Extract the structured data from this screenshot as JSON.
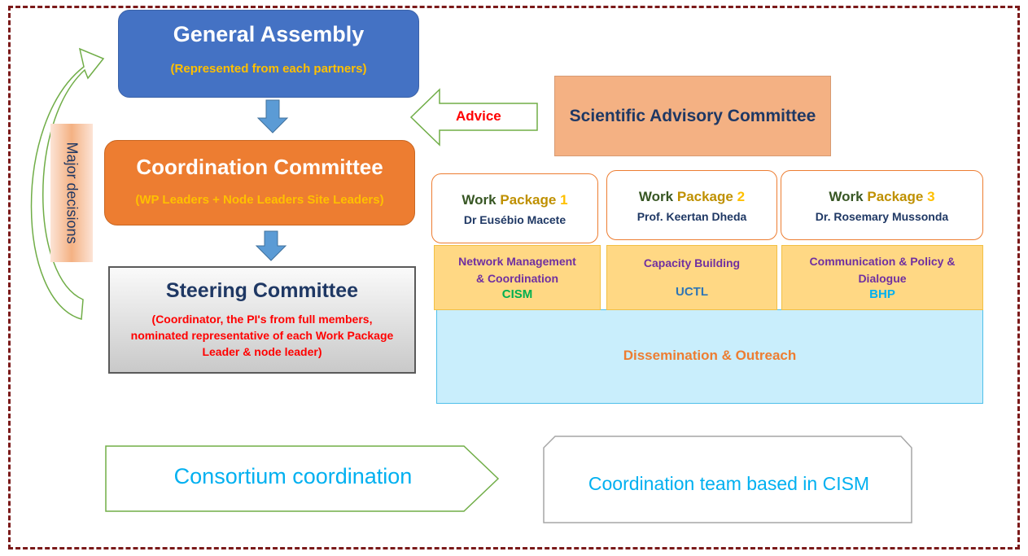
{
  "general_assembly": {
    "title": "General Assembly",
    "subtitle": "(Represented from each partners)"
  },
  "coordination_committee": {
    "title": "Coordination Committee",
    "subtitle": "(WP Leaders + Node Leaders Site Leaders)"
  },
  "steering_committee": {
    "title": "Steering Committee",
    "subtitle": "(Coordinator, the PI's from full members, nominated representative of each Work Package Leader & node leader)"
  },
  "major_decisions": "Major decisions",
  "advice": "Advice",
  "scientific_advisory_committee": "Scientific Advisory Committee",
  "work_packages": [
    {
      "label": "Work",
      "pkg": "Package",
      "num": "1",
      "lead": "Dr Eusébio Macete"
    },
    {
      "label": "Work",
      "pkg": "Package",
      "num": "2",
      "lead": "Prof. Keertan Dheda"
    },
    {
      "label": "Work",
      "pkg": "Package",
      "num": "3",
      "lead": "Dr. Rosemary Mussonda"
    }
  ],
  "tasks": [
    {
      "line1": "Network Management",
      "line2": "& Coordination",
      "org": "CISM",
      "org_color": "#00b050"
    },
    {
      "line1": "Capacity Building",
      "line2": "",
      "org": "UCTL",
      "org_color": "#2e75b6"
    },
    {
      "line1": "Communication & Policy &",
      "line2": "Dialogue",
      "org": "BHP",
      "org_color": "#00b0f0"
    }
  ],
  "dissemination": "Dissemination & Outreach",
  "consortium_coordination": "Consortium coordination",
  "coordination_team": "Coordination team based in CISM",
  "colors": {
    "frame": "#7b1a1a",
    "blue_box": "#4472c4",
    "orange_box": "#ed7d31",
    "yellow_text": "#ffc000",
    "red_text": "#ff0000",
    "arrow_blue": "#5b9bd5",
    "arrow_green": "#70ad47",
    "light_blue": "#c9eefc",
    "cyan_text": "#00b0f0"
  }
}
